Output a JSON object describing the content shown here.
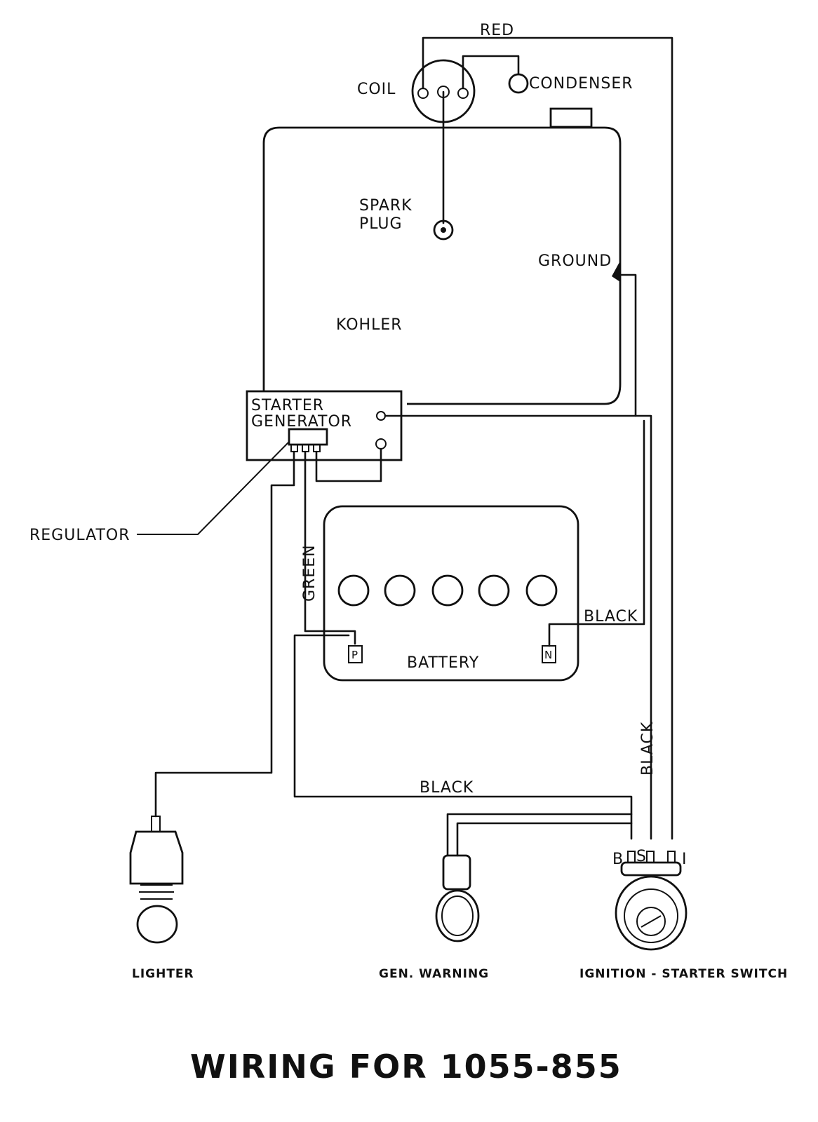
{
  "diagram": {
    "title": "WIRING FOR 1055-855",
    "components": {
      "coil": "COIL",
      "condenser": "CONDENSER",
      "spark_plug_line1": "SPARK",
      "spark_plug_line2": "PLUG",
      "ground": "GROUND",
      "engine": "KOHLER",
      "starter_line1": "STARTER",
      "starter_line2": "GENERATOR",
      "regulator": "REGULATOR",
      "battery": "BATTERY",
      "battery_pos": "P",
      "battery_neg": "N",
      "lighter": "LIGHTER",
      "gen_warning": "GEN. WARNING",
      "ignition_switch": "IGNITION - STARTER SWITCH",
      "switch_b": "B",
      "switch_s": "S",
      "switch_i": "I"
    },
    "wires": {
      "red": "RED",
      "green": "GREEN",
      "black_battery": "BLACK",
      "black_vertical": "BLACK",
      "black_bottom": "BLACK"
    }
  }
}
